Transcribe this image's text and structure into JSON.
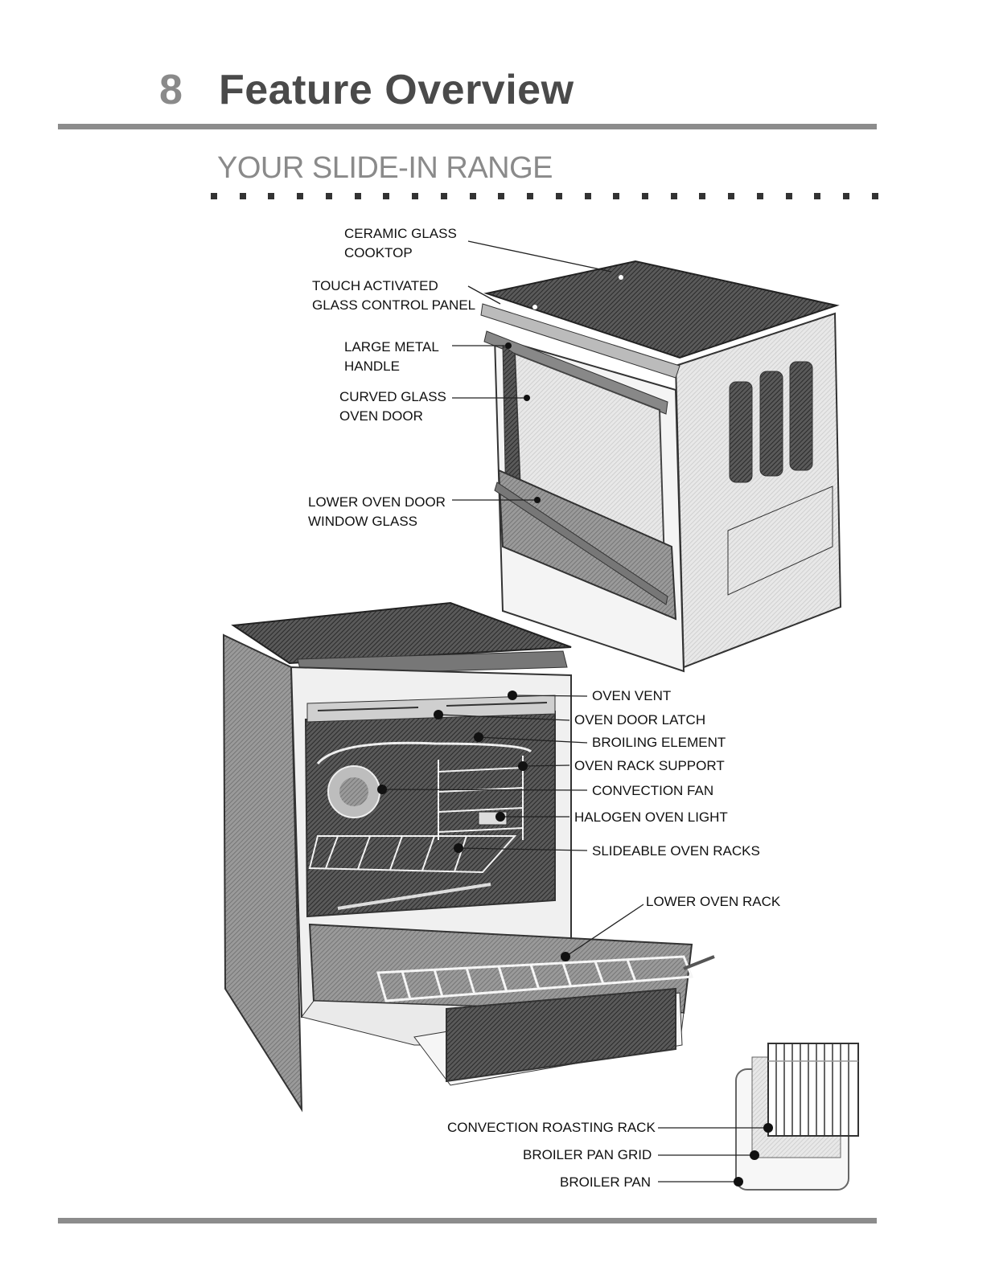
{
  "header": {
    "page_number": "8",
    "title": "Feature Overview"
  },
  "section": {
    "title": "YOUR SLIDE-IN RANGE"
  },
  "labels": {
    "ceramic_glass_cooktop": "CERAMIC GLASS\nCOOKTOP",
    "touch_control_panel": "TOUCH ACTIVATED\nGLASS CONTROL PANEL",
    "large_metal_handle": "LARGE METAL\nHANDLE",
    "curved_glass_door": "CURVED GLASS\nOVEN DOOR",
    "lower_door_window": "LOWER OVEN DOOR\nWINDOW GLASS",
    "oven_vent": "OVEN VENT",
    "oven_door_latch": "OVEN DOOR LATCH",
    "broiling_element": "BROILING ELEMENT",
    "oven_rack_support": "OVEN RACK SUPPORT",
    "convection_fan": "CONVECTION FAN",
    "halogen_light": "HALOGEN OVEN LIGHT",
    "slideable_racks": "SLIDEABLE OVEN RACKS",
    "lower_oven_rack": "LOWER OVEN RACK",
    "convection_roasting_rack": "CONVECTION ROASTING RACK",
    "broiler_pan_grid": "BROILER PAN GRID",
    "broiler_pan": "BROILER PAN"
  }
}
